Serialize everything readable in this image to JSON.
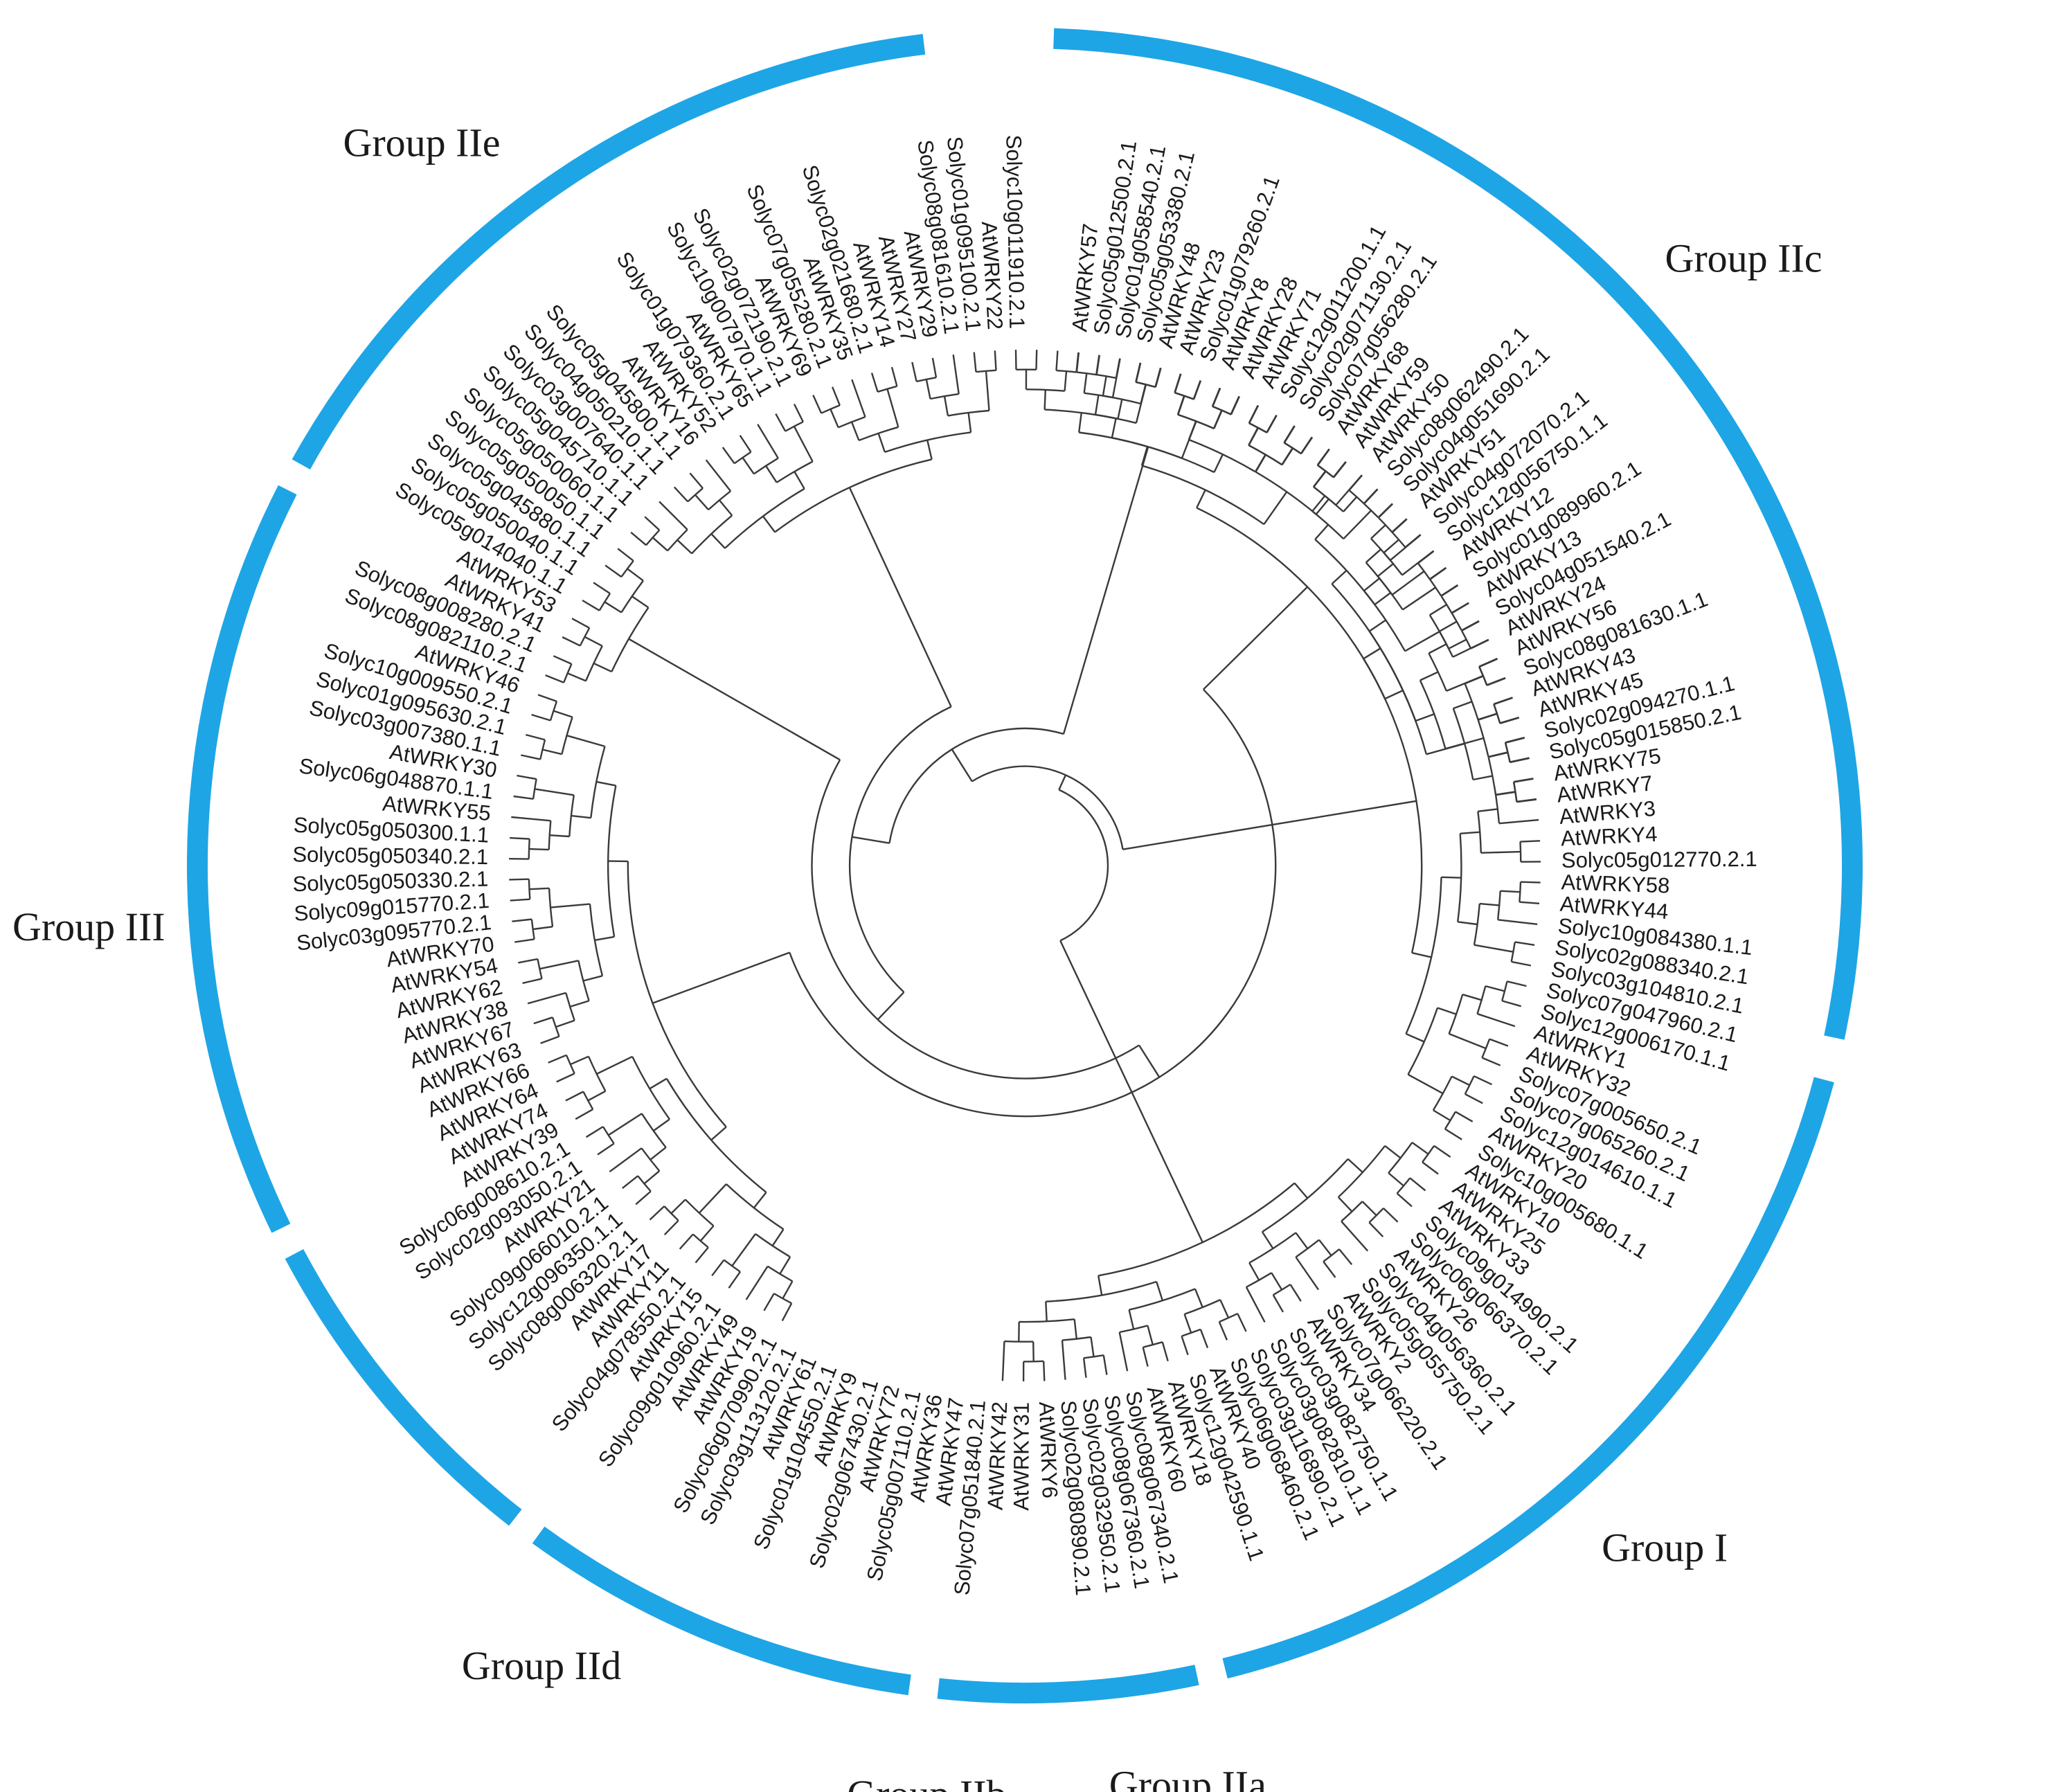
{
  "accent_color": "#1ea5e6",
  "groups": [
    {
      "id": "I",
      "label": "Group I",
      "start": 87,
      "end": 122
    },
    {
      "id": "IIa",
      "label": "Group IIa",
      "start": 123,
      "end": 130
    },
    {
      "id": "IIb",
      "label": "Group IIb",
      "start": 131,
      "end": 151
    },
    {
      "id": "IId",
      "label": "Group IId",
      "start": 152,
      "end": 167
    },
    {
      "id": "III",
      "label": "Group III",
      "start": 168,
      "end": 205
    },
    {
      "id": "IIe",
      "label": "Group IIe",
      "start": 206,
      "end": 231
    },
    {
      "id": "IIc",
      "label": "Group IIc",
      "start": 232,
      "end": 270
    }
  ],
  "leaves": [
    "AtWRKY57",
    "Solyc05g012500.2.1",
    "Solyc01g058540.2.1",
    "Solyc05g053380.2.1",
    "AtWRKY48",
    "AtWRKY23",
    "Solyc01g079260.2.1",
    "AtWRKY8",
    "AtWRKY28",
    "AtWRKY71",
    "Solyc12g011200.1.1",
    "Solyc02g071130.2.1",
    "Solyc07g056280.2.1",
    "AtWRKY68",
    "AtWRKY59",
    "AtWRKY50",
    "Solyc08g062490.2.1",
    "Solyc04g051690.2.1",
    "AtWRKY51",
    "Solyc04g072070.2.1",
    "Solyc12g056750.1.1",
    "AtWRKY12",
    "Solyc01g089960.2.1",
    "AtWRKY13",
    "Solyc04g051540.2.1",
    "AtWRKY24",
    "AtWRKY56",
    "Solyc08g081630.1.1",
    "AtWRKY43",
    "AtWRKY45",
    "Solyc02g094270.1.1",
    "Solyc05g015850.2.1",
    "AtWRKY75",
    "AtWRKY7",
    "AtWRKY3",
    "AtWRKY4",
    "Solyc05g012770.2.1",
    "AtWRKY58",
    "AtWRKY44",
    "Solyc10g084380.1.1",
    "Solyc02g088340.2.1",
    "Solyc03g104810.2.1",
    "Solyc07g047960.2.1",
    "Solyc12g006170.1.1",
    "AtWRKY1",
    "AtWRKY32",
    "Solyc07g005650.2.1",
    "Solyc07g065260.2.1",
    "Solyc12g014610.1.1",
    "AtWRKY20",
    "Solyc10g005680.1.1",
    "AtWRKY10",
    "AtWRKY25",
    "AtWRKY33",
    "Solyc09g014990.2.1",
    "Solyc06g066370.2.1",
    "AtWRKY26",
    "Solyc04g056360.2.1",
    "Solyc05g055750.2.1",
    "AtWRKY2",
    "Solyc07g066220.2.1",
    "AtWRKY34",
    "Solyc03g082750.1.1",
    "Solyc03g082810.1.1",
    "Solyc03g116890.2.1",
    "Solyc06g068460.2.1",
    "AtWRKY40",
    "Solyc12g042590.1.1",
    "AtWRKY18",
    "AtWRKY60",
    "Solyc08g067340.2.1",
    "Solyc08g067360.2.1",
    "Solyc02g032950.2.1",
    "Solyc02g080890.2.1",
    "AtWRKY6",
    "AtWRKY31",
    "AtWRKY42",
    "Solyc07g051840.2.1",
    "AtWRKY47",
    "AtWRKY36",
    "Solyc05g007110.2.1",
    "AtWRKY72",
    "Solyc02g067430.2.1",
    "AtWRKY9",
    "Solyc01g104550.2.1",
    "AtWRKY61",
    "Solyc03g113120.2.1",
    "Solyc06g070990.2.1",
    "AtWRKY19",
    "AtWRKY49",
    "Solyc09g010960.2.1",
    "AtWRKY15",
    "Solyc04g078550.2.1",
    "AtWRKY11",
    "AtWRKY17",
    "Solyc08g006320.2.1",
    "Solyc12g096350.1.1",
    "Solyc09g066010.2.1",
    "AtWRKY21",
    "Solyc02g093050.2.1",
    "Solyc06g008610.2.1",
    "AtWRKY39",
    "AtWRKY74",
    "AtWRKY64",
    "AtWRKY66",
    "AtWRKY63",
    "AtWRKY67",
    "AtWRKY38",
    "AtWRKY62",
    "AtWRKY54",
    "AtWRKY70",
    "Solyc03g095770.2.1",
    "Solyc09g015770.2.1",
    "Solyc05g050330.2.1",
    "Solyc05g050340.2.1",
    "Solyc05g050300.1.1",
    "AtWRKY55",
    "Solyc06g048870.1.1",
    "AtWRKY30",
    "Solyc03g007380.1.1",
    "Solyc01g095630.2.1",
    "Solyc10g009550.2.1",
    "AtWRKY46",
    "Solyc08g082110.2.1",
    "Solyc08g008280.2.1",
    "AtWRKY41",
    "AtWRKY53",
    "Solyc05g014040.1.1",
    "Solyc05g050040.1.1",
    "Solyc05g045880.1.1",
    "Solyc05g050050.1.1",
    "Solyc05g050060.1.1",
    "Solyc05g045710.1.1",
    "Solyc03g007640.1.1",
    "Solyc04g050210.1.1",
    "Solyc05g045800.1.1",
    "AtWRKY16",
    "AtWRKY52",
    "Solyc01g079360.2.1",
    "AtWRKY65",
    "Solyc10g007970.1.1",
    "Solyc02g072190.2.1",
    "AtWRKY69",
    "Solyc07g055280.2.1",
    "AtWRKY35",
    "Solyc02g021680.2.1",
    "AtWRKY14",
    "AtWRKY27",
    "AtWRKY29",
    "Solyc08g081610.2.1",
    "Solyc01g095100.2.1",
    "AtWRKY22",
    "Solyc10g011910.2.1"
  ]
}
